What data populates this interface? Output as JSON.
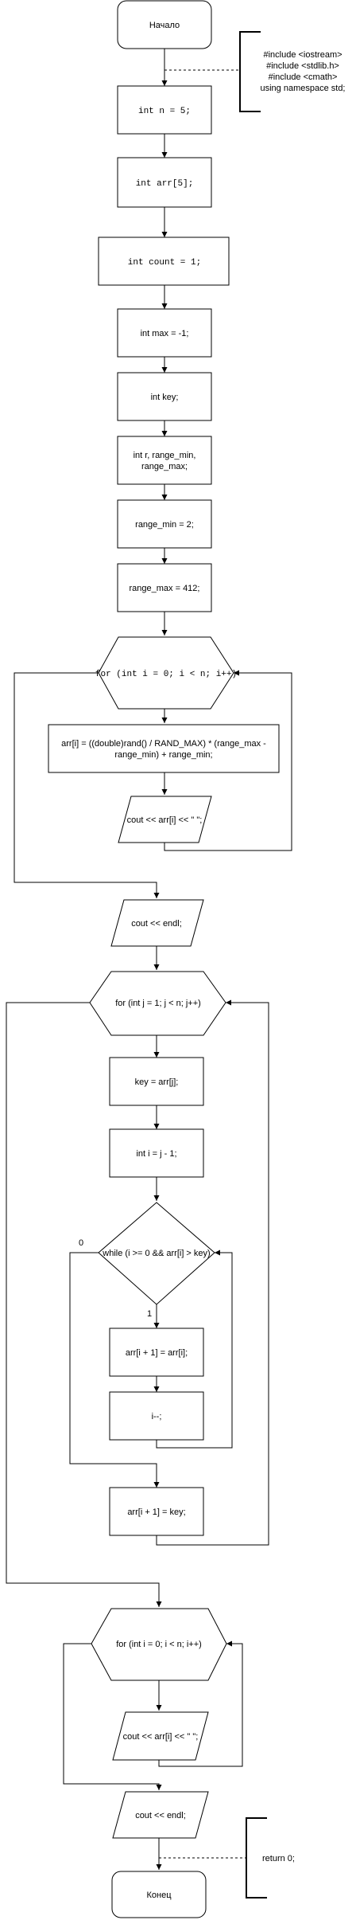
{
  "terminals": {
    "start": "Начало",
    "end": "Конец"
  },
  "comments": {
    "includes": [
      "#include <iostream>",
      "#include <stdlib.h>",
      "#include <cmath>",
      "using namespace std;"
    ],
    "return": "return 0;"
  },
  "steps": {
    "n": "int n = 5;",
    "arr": "int arr[5];",
    "count": "int count = 1;",
    "max": "int max = -1;",
    "key": "int key;",
    "range_decl": [
      "int r, range_min,",
      "range_max;"
    ],
    "range_min": "range_min = 2;",
    "range_max": "range_max = 412;",
    "loop1": "for (int i = 0; i < n; i++)",
    "fill": [
      "arr[i] = ((double)rand() / RAND_MAX) * (range_max -",
      "range_min) + range_min;"
    ],
    "out1": "cout << arr[i] << \" \";",
    "endl1": "cout << endl;",
    "loop2": "for (int j = 1; j < n; j++)",
    "key_assign": "key = arr[j];",
    "i_assign": "int i = j - 1;",
    "cond": "while (i >= 0 && arr[i] > key)",
    "cond_false": "0",
    "cond_true": "1",
    "shift": "arr[i + 1] = arr[i];",
    "dec": "i--;",
    "insert": "arr[i + 1] = key;",
    "loop3": "for (int i = 0; i < n; i++)",
    "out2": "cout << arr[i] << \" \";",
    "endl2": "cout << endl;"
  }
}
